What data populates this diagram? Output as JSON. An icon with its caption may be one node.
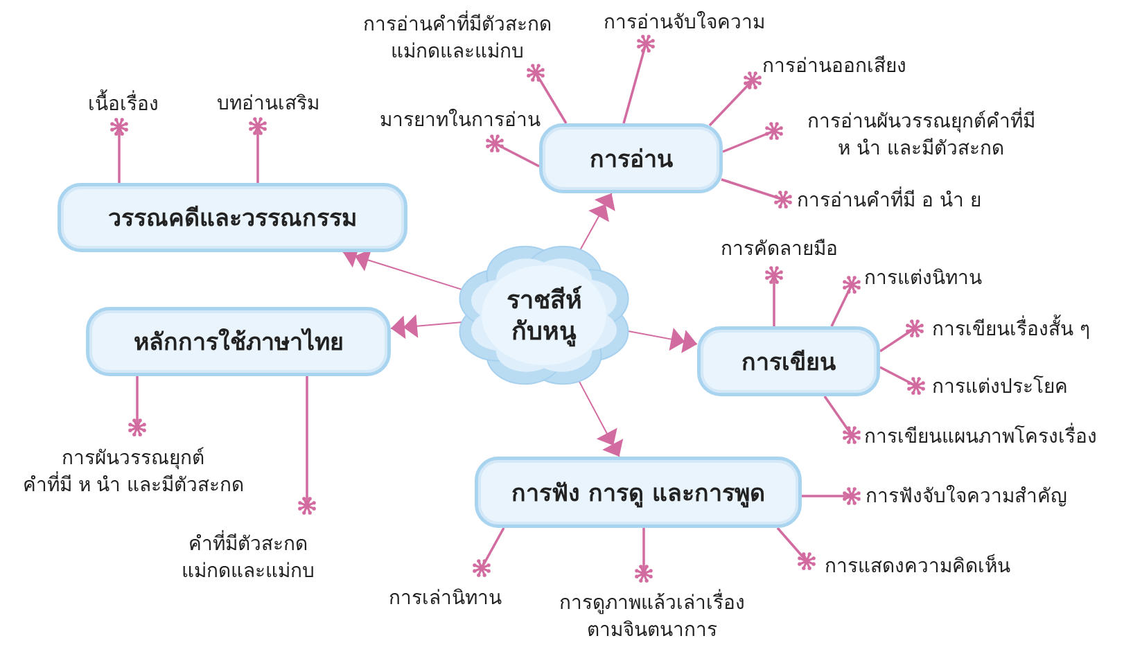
{
  "diagram": {
    "nodes": [
      {
        "text": [
          "ราชสีห์กับหนู"
        ]
      },
      {
        "text": [
          "วรรณคดีและวรรณกรรม"
        ]
      },
      {
        "text": [
          "เนื้อเรื่อง"
        ]
      },
      {
        "text": [
          "บทอ่านเสริม"
        ]
      },
      {
        "text": [
          "การอ่าน"
        ]
      },
      {
        "text": [
          "การอ่านคำที่มีตัวสะกด แม่กดและแม่กบ"
        ]
      },
      {
        "text": [
          "การอ่านจับใจความ"
        ]
      },
      {
        "text": [
          "มารยาทในการอ่าน"
        ]
      },
      {
        "text": [
          "การอ่านออกเสียง"
        ]
      },
      {
        "text": [
          "การอ่านผันวรรณยุกต์คำที่มี ห นำ และมีตัวสะกด"
        ]
      },
      {
        "text": [
          "การอ่านคำที่มี อ นำ ย"
        ]
      },
      {
        "text": [
          "หลักการใช้ภาษาไทย"
        ]
      },
      {
        "text": [
          "การผันวรรณยุกต์ คำที่มี ห นำ และมีตัวสะกด"
        ]
      },
      {
        "text": [
          "คำที่มีตัวสะกด แม่กดและแม่กบ"
        ]
      },
      {
        "text": [
          "การเขียน"
        ]
      },
      {
        "text": [
          "การคัดลายมือ"
        ]
      },
      {
        "text": [
          "การแต่งนิทาน"
        ]
      },
      {
        "text": [
          "การเขียนเรื่องสั้น ๆ"
        ]
      },
      {
        "text": [
          "การแต่งประโยค"
        ]
      },
      {
        "text": [
          "การเขียนแผนภาพโครงเรื่อง"
        ]
      },
      {
        "text": [
          "การฟัง การดู และการพูด"
        ]
      },
      {
        "text": [
          "การฟังจับใจความสำคัญ"
        ]
      },
      {
        "text": [
          "การแสดงความคิดเห็น"
        ]
      },
      {
        "text": [
          "การเล่านิทาน"
        ]
      },
      {
        "text": [
          "การดูภาพแล้วเล่าเรื่อง ตามจินตนาการ"
        ]
      }
    ],
    "edges": [
      {
        "from": 0,
        "to": 1,
        "arrow": "to"
      },
      {
        "from": 0,
        "to": 4,
        "arrow": "to"
      },
      {
        "from": 0,
        "to": 11,
        "arrow": "to"
      },
      {
        "from": 0,
        "to": 14,
        "arrow": "to"
      },
      {
        "from": 0,
        "to": 20,
        "arrow": "to"
      },
      {
        "from": 1,
        "to": 2,
        "arrow": "other"
      },
      {
        "from": 1,
        "to": 3,
        "arrow": "other"
      },
      {
        "from": 4,
        "to": 5,
        "arrow": "other"
      },
      {
        "from": 4,
        "to": 6,
        "arrow": "other"
      },
      {
        "from": 4,
        "to": 7,
        "arrow": "other"
      },
      {
        "from": 4,
        "to": 8,
        "arrow": "other"
      },
      {
        "from": 4,
        "to": 9,
        "arrow": "other"
      },
      {
        "from": 4,
        "to": 10,
        "arrow": "other"
      },
      {
        "from": 11,
        "to": 12,
        "arrow": "other"
      },
      {
        "from": 11,
        "to": 13,
        "arrow": "other"
      },
      {
        "from": 14,
        "to": 15,
        "arrow": "other"
      },
      {
        "from": 14,
        "to": 16,
        "arrow": "other"
      },
      {
        "from": 14,
        "to": 17,
        "arrow": "other"
      },
      {
        "from": 14,
        "to": 18,
        "arrow": "other"
      },
      {
        "from": 14,
        "to": 19,
        "arrow": "other"
      },
      {
        "from": 20,
        "to": 21,
        "arrow": "other"
      },
      {
        "from": 20,
        "to": 22,
        "arrow": "other"
      },
      {
        "from": 20,
        "to": 23,
        "arrow": "other"
      },
      {
        "from": 20,
        "to": 24,
        "arrow": "other"
      }
    ]
  }
}
